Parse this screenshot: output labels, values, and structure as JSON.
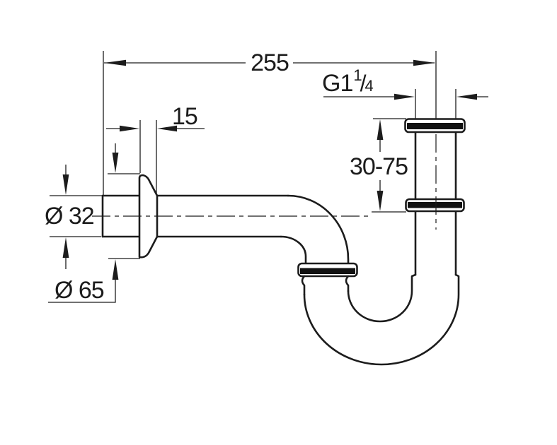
{
  "drawing": {
    "kind": "technical-drawing-p-trap-siphon",
    "background": "#ffffff",
    "line_color": "#1c1c1c",
    "dimensions": {
      "overall_length": "255",
      "thread": {
        "prefix": "G1",
        "sup": "1",
        "slash": "/",
        "sub": "4"
      },
      "wall_flange_depth": "15",
      "adjustable_range": "30-75",
      "pipe_diameter": "Ø 32",
      "flange_diameter": "Ø 65"
    }
  }
}
